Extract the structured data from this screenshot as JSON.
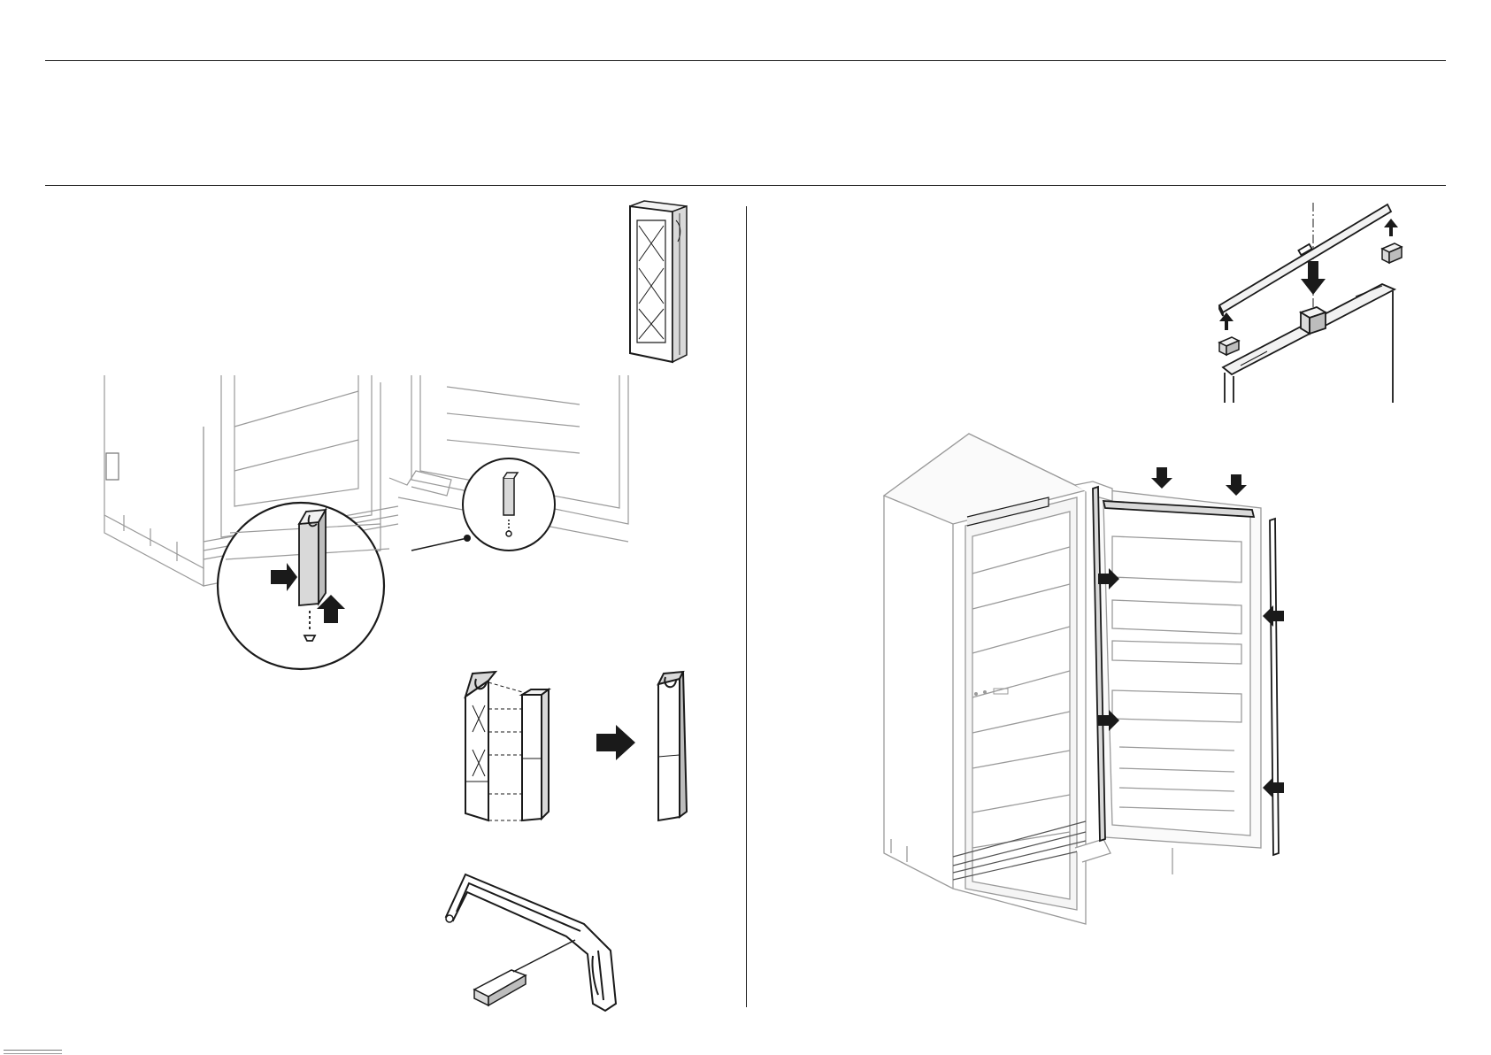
{
  "page": {
    "header_band": "",
    "figures": [
      {
        "id": "hinge-cover-insert",
        "icon": "hinge-cover-icon"
      },
      {
        "id": "lower-hinge-removal",
        "icon": "hinge-cover-icon"
      },
      {
        "id": "hinge-cover-assembly",
        "icon": "hinge-cover-icon"
      },
      {
        "id": "door-handle-bracket",
        "icon": "hinge-cover-icon"
      },
      {
        "id": "top-trim-removal",
        "icon": "trim-strip-icon"
      },
      {
        "id": "door-trim-installation",
        "icon": "trim-strip-icon"
      }
    ]
  },
  "colors": {
    "ink": "#1a1a1a",
    "light_ink": "#9a9a9a",
    "panel_fill": "#f2f2f2",
    "part_fill": "#d9d9d9"
  }
}
